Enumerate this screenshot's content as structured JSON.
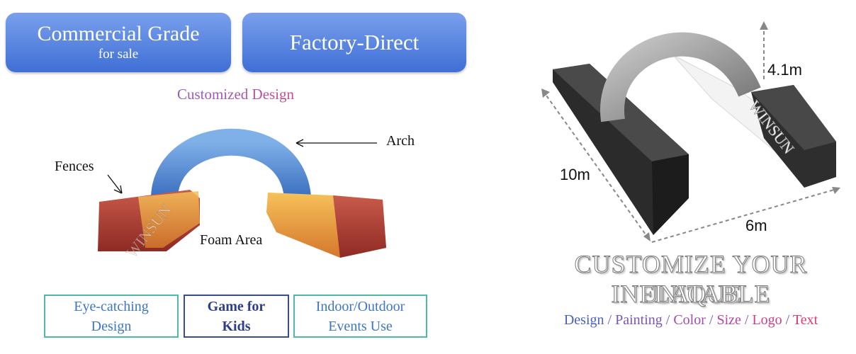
{
  "badges": [
    {
      "line1": "Commercial Grade",
      "line2": "for sale"
    },
    {
      "line1": "Factory-Direct"
    }
  ],
  "customized_design": "Customized Design",
  "callouts": {
    "arch": "Arch",
    "fences": "Fences",
    "foam_area": "Foam Area"
  },
  "features": [
    {
      "line1": "Eye-catching",
      "line2": "Design"
    },
    {
      "line1": "Game for",
      "line2": "Kids"
    },
    {
      "line1": "Indoor/Outdoor",
      "line2": "Events Use"
    }
  ],
  "dimensions": {
    "height": "4.1m",
    "length": "10m",
    "width": "6m"
  },
  "headline": {
    "line1": "CUSTOMIZE YOUR UNIQUE",
    "line2": "INFLATABLE"
  },
  "options": [
    "Design",
    "Painting",
    "Color",
    "Size",
    "Logo",
    "Text"
  ],
  "option_separator": " / ",
  "watermark": "WINSUN",
  "colors": {
    "badge_blue": "#4f7fe0",
    "feature_border": "#4fb8a8",
    "option_colors": [
      "#4a5fc4",
      "#7a55b8",
      "#9c4fae",
      "#b4479c",
      "#c8418a",
      "#d83c6f"
    ]
  }
}
